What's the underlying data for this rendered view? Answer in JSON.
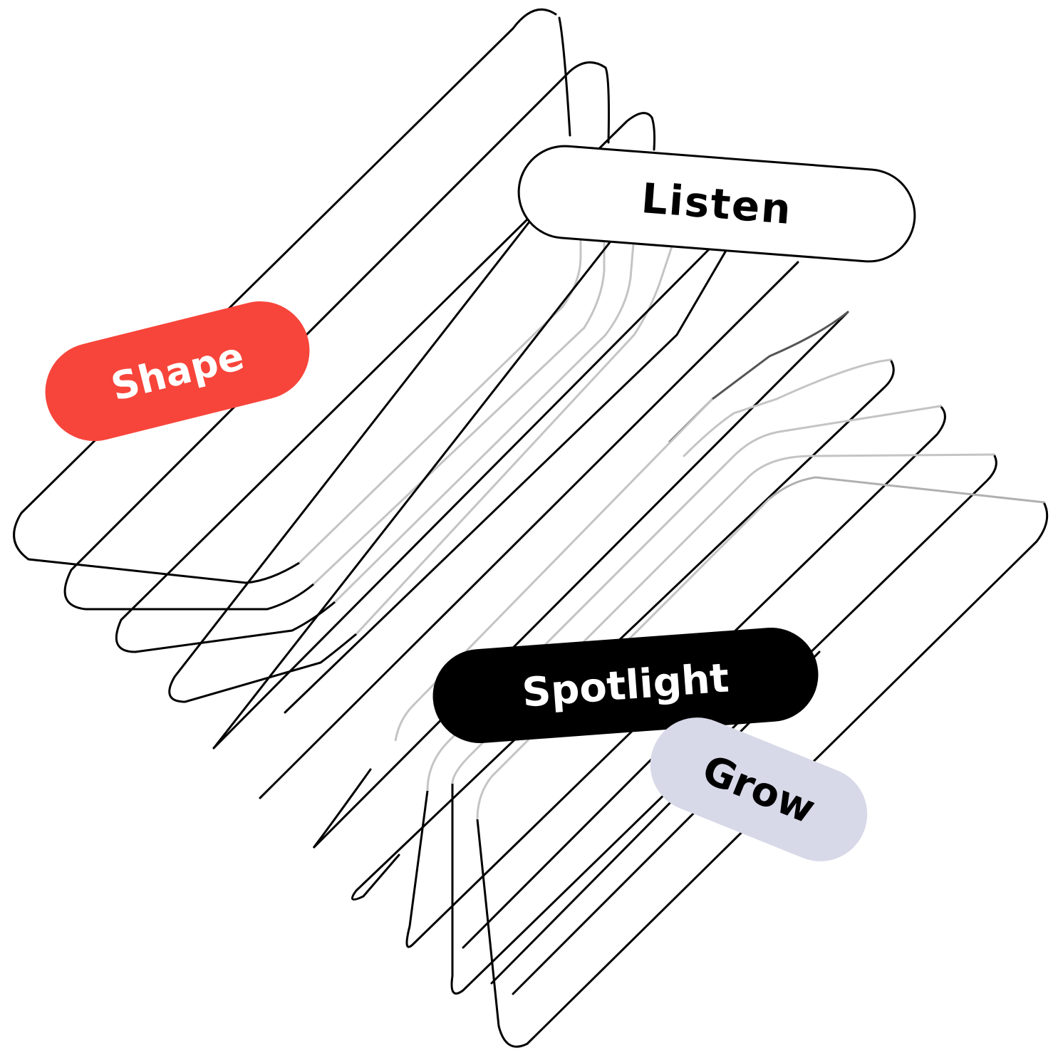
{
  "colors": {
    "shape": "#f7453b",
    "spotlight": "#000000",
    "grow": "#d7d8e8",
    "listen": "#ffffff",
    "stroke_dark": "#000000",
    "stroke_light": "#bdbdbd"
  },
  "labels": {
    "listen": "Listen",
    "shape": "Shape",
    "spotlight": "Spotlight",
    "grow": "Grow"
  }
}
